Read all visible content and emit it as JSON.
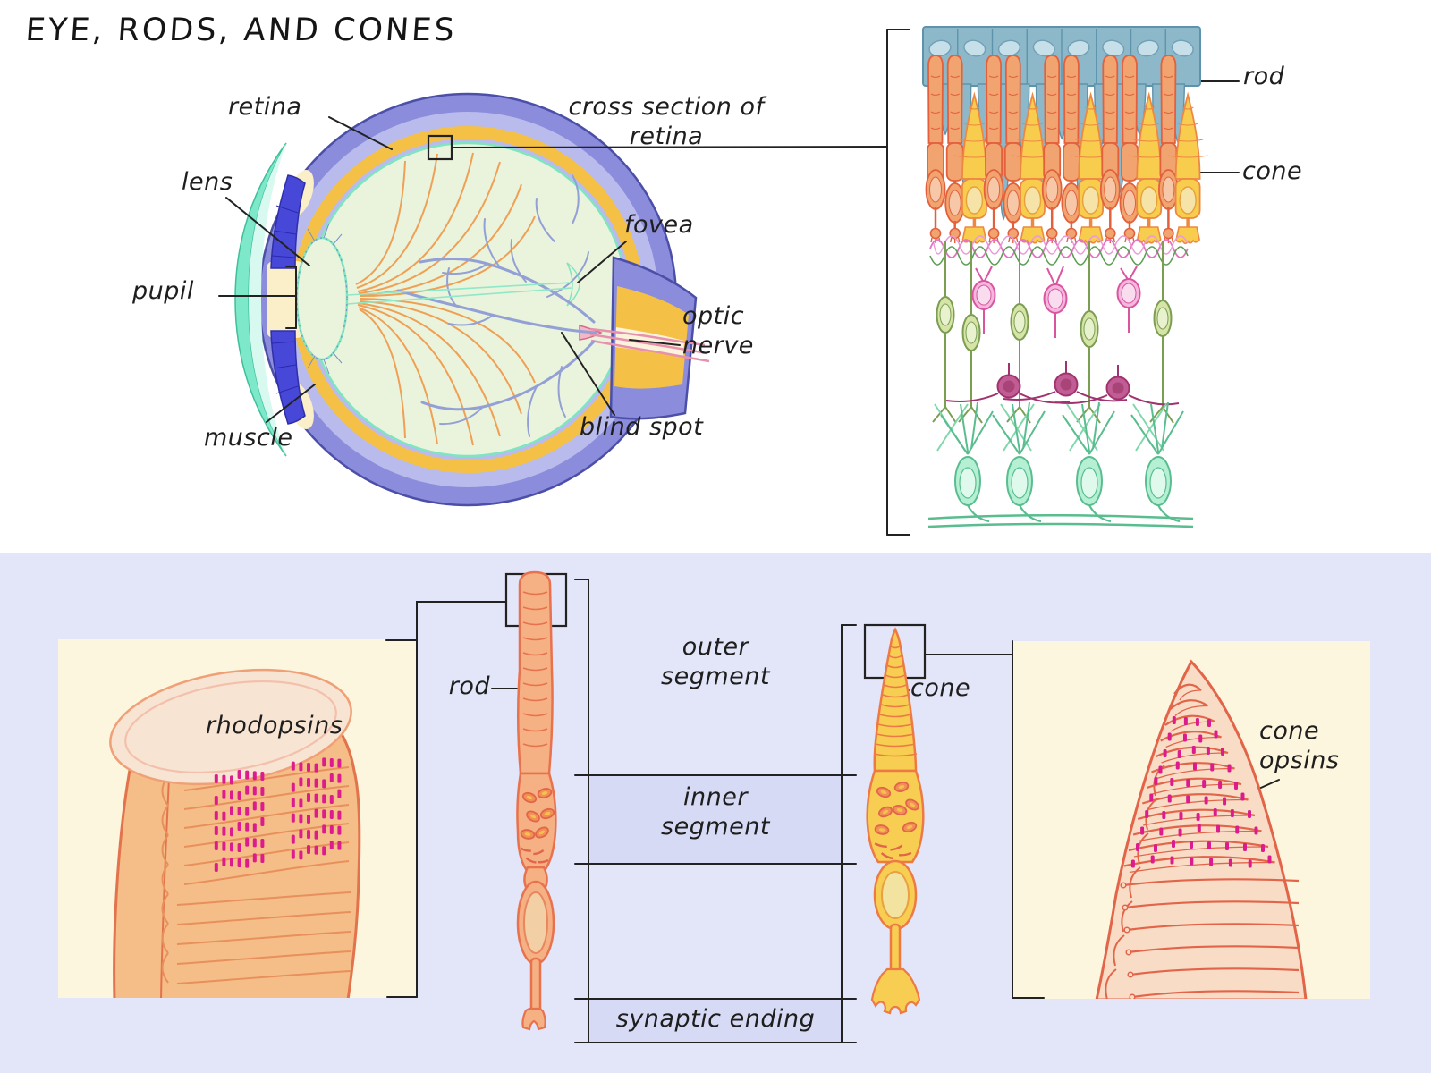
{
  "title": "EYE, RODS, AND CONES",
  "eye": {
    "labels": {
      "retina": "retina",
      "lens": "lens",
      "pupil": "pupil",
      "muscle": "muscle",
      "fovea": "fovea",
      "optic_nerve": "optic\nnerve",
      "blind_spot": "blind spot"
    }
  },
  "retina_section": {
    "caption": "cross section of retina",
    "rod_label": "rod",
    "cone_label": "cone"
  },
  "cell_panels": {
    "rhodopsins_label": "rhodopsins",
    "rod_label": "rod",
    "cone_label": "cone",
    "cone_opsins_label": "cone\nopsins",
    "zones": {
      "outer_segment": "outer\nsegment",
      "inner_segment": "inner\nsegment",
      "synaptic_ending": "synaptic ending"
    }
  },
  "palette": {
    "background_top": "#FFFFFF",
    "background_bottom": "#E3E5F8",
    "zone_band": "#D6DAF4",
    "panel_cream": "#FCF6DF",
    "sclera_purple": "#8B8CDC",
    "sclera_light": "#B9BBEC",
    "choroid_yellow": "#F4C146",
    "vitreous_green": "#EAF4DC",
    "retina_mint": "#7FE5C1",
    "cornea_mint": "#7EE9CA",
    "iris_blue": "#4848D8",
    "pupil_cream": "#FAEFC9",
    "rod_orange": "#F2A470",
    "rod_outline": "#E2613C",
    "cone_yellow": "#F8CC4D",
    "cone_outline": "#ED8843",
    "epithelium_blue": "#8CB8CA",
    "bipolar_pink": "#F4B8DF",
    "bipolar_green": "#D6E4A8",
    "amacrine_magenta": "#C25C94",
    "ganglion_mint": "#B5F0D4",
    "opsin_magenta": "#DC1C8C",
    "vessel_blue": "#93A0D6",
    "line_black": "#222222"
  }
}
